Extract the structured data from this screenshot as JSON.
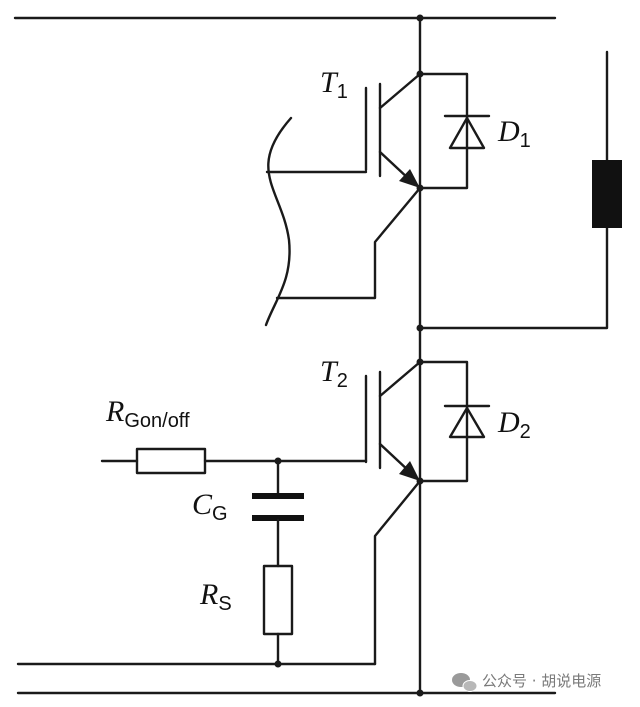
{
  "labels": {
    "t1": {
      "main": "T",
      "sub": "1"
    },
    "t2": {
      "main": "T",
      "sub": "2"
    },
    "d1": {
      "main": "D",
      "sub": "1"
    },
    "d2": {
      "main": "D",
      "sub": "2"
    },
    "rgon": {
      "main": "R",
      "sub": "Gon/off"
    },
    "cg": {
      "main": "C",
      "sub": "G"
    },
    "rs": {
      "main": "R",
      "sub": "S"
    }
  },
  "watermark": {
    "text": "公众号 · 胡说电源",
    "icon": "wechat-icon"
  },
  "colors": {
    "line": "#1a1a1a",
    "background": "#ffffff",
    "watermark": "#7a7a7a"
  }
}
